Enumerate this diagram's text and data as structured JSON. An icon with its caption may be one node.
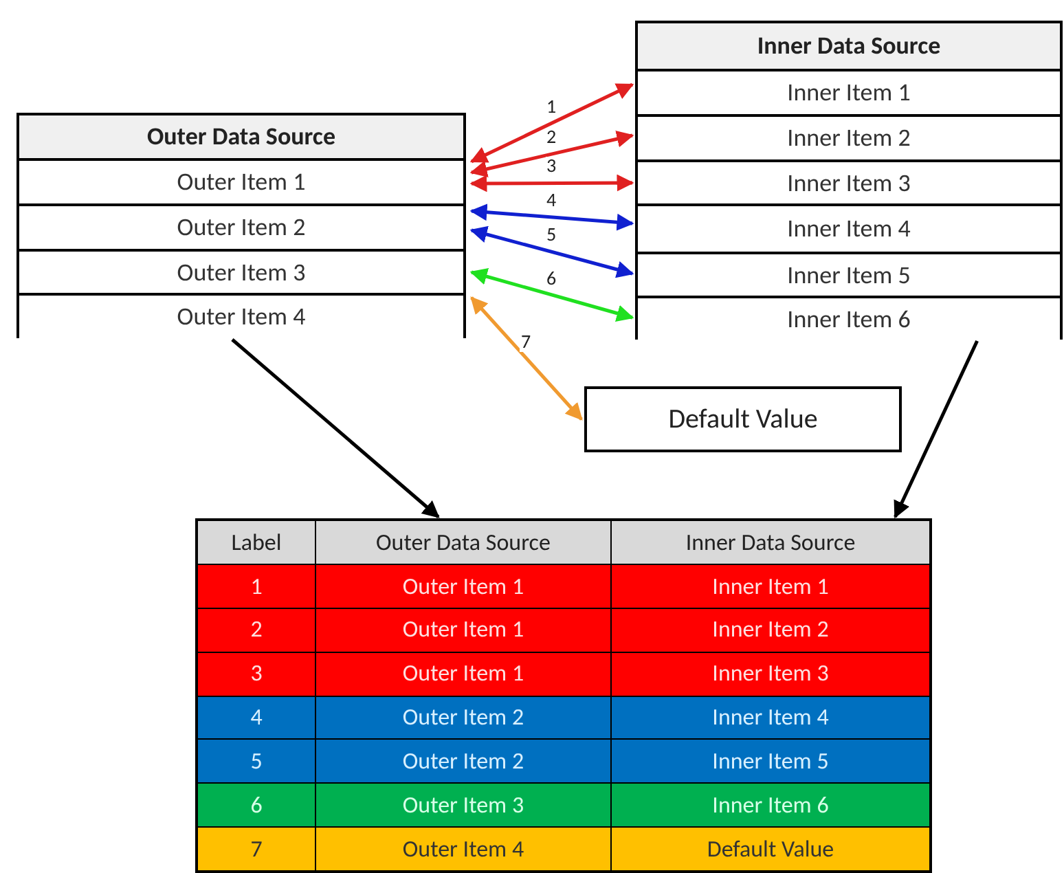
{
  "diagram": {
    "nodes": [
      {
        "text": [
          "Outer Data Source"
        ]
      },
      {
        "text": [
          "Outer Item 1"
        ],
        "in": 0
      },
      {
        "text": [
          "Outer Item 2"
        ],
        "in": 0
      },
      {
        "text": [
          "Outer Item 3"
        ],
        "in": 0
      },
      {
        "text": [
          "Outer Item 4"
        ],
        "in": 0
      },
      {
        "text": [
          "Inner Data Source"
        ]
      },
      {
        "text": [
          "Inner Item 1"
        ],
        "in": 5
      },
      {
        "text": [
          "Inner Item 2"
        ],
        "in": 5
      },
      {
        "text": [
          "Inner Item 3"
        ],
        "in": 5
      },
      {
        "text": [
          "Inner Item 4"
        ],
        "in": 5
      },
      {
        "text": [
          "Inner Item 5"
        ],
        "in": 5
      },
      {
        "text": [
          "Inner Item 6"
        ],
        "in": 5
      },
      {
        "text": [
          "Default Value"
        ]
      },
      {
        "text": [],
        "shape": "table"
      }
    ],
    "edges": [
      {
        "from": 1,
        "to": 6,
        "arrow": "both",
        "label": "1",
        "color": "#e02020"
      },
      {
        "from": 1,
        "to": 7,
        "arrow": "both",
        "label": "2",
        "color": "#e02020"
      },
      {
        "from": 1,
        "to": 8,
        "arrow": "both",
        "label": "3",
        "color": "#e02020"
      },
      {
        "from": 2,
        "to": 9,
        "arrow": "both",
        "label": "4",
        "color": "#1020d0"
      },
      {
        "from": 2,
        "to": 10,
        "arrow": "both",
        "label": "5",
        "color": "#1020d0"
      },
      {
        "from": 3,
        "to": 11,
        "arrow": "both",
        "label": "6",
        "color": "#20e020"
      },
      {
        "from": 4,
        "to": 12,
        "arrow": "both",
        "label": "7",
        "color": "#f09a30"
      },
      {
        "from": 0,
        "to": 13,
        "arrow": "to",
        "color": "#000000"
      },
      {
        "from": 5,
        "to": 13,
        "arrow": "to",
        "color": "#000000"
      }
    ],
    "labels": [
      "Label",
      "Outer Data Source",
      "Inner Data Source",
      "1",
      "Outer Item 1",
      "Inner Item 1",
      "2",
      "Outer Item 1",
      "Inner Item 2",
      "3",
      "Outer Item 1",
      "Inner Item 3",
      "4",
      "Outer Item 2",
      "Inner Item 4",
      "5",
      "Outer Item 2",
      "Inner Item 5",
      "6",
      "Outer Item 3",
      "Inner Item 6",
      "7",
      "Outer Item 4",
      "Default Value"
    ]
  }
}
